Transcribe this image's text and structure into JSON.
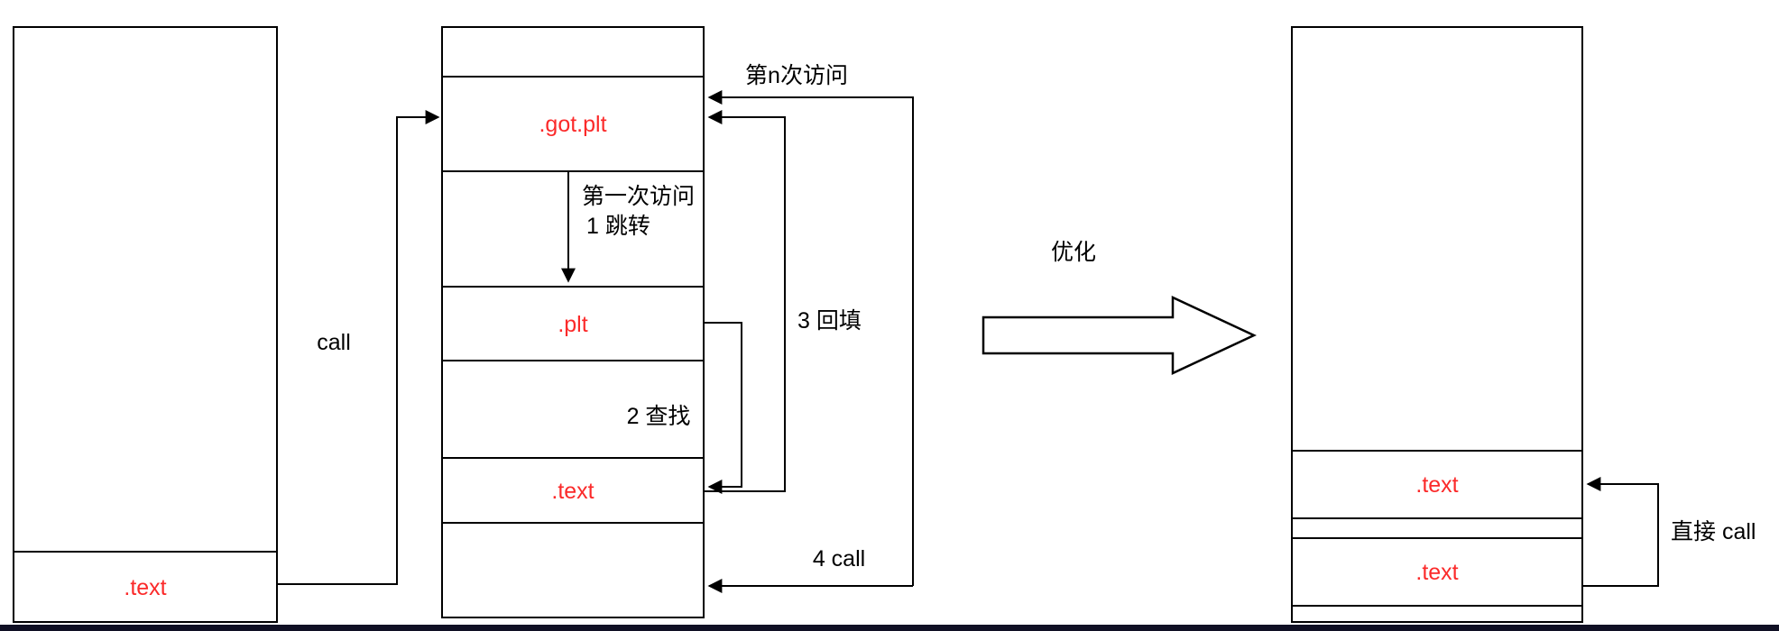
{
  "colors": {
    "section_label": "#fb2a2a",
    "annotation": "#000000",
    "stroke": "#000000",
    "bottom_bar": "#101024"
  },
  "left_box": {
    "text_section_label": ".text"
  },
  "middle_box": {
    "got_plt_label": ".got.plt",
    "plt_label": ".plt",
    "text_label": ".text"
  },
  "right_box": {
    "text_label_top": ".text",
    "text_label_bottom": ".text"
  },
  "annotations": {
    "call": "call",
    "nth_access": "第n次访问",
    "first_access_line1": "第一次访问",
    "first_access_line2": "1 跳转",
    "step2": "2 查找",
    "step3": "3 回填",
    "step4": "4 call",
    "optimize": "优化",
    "direct_call": "直接 call"
  }
}
